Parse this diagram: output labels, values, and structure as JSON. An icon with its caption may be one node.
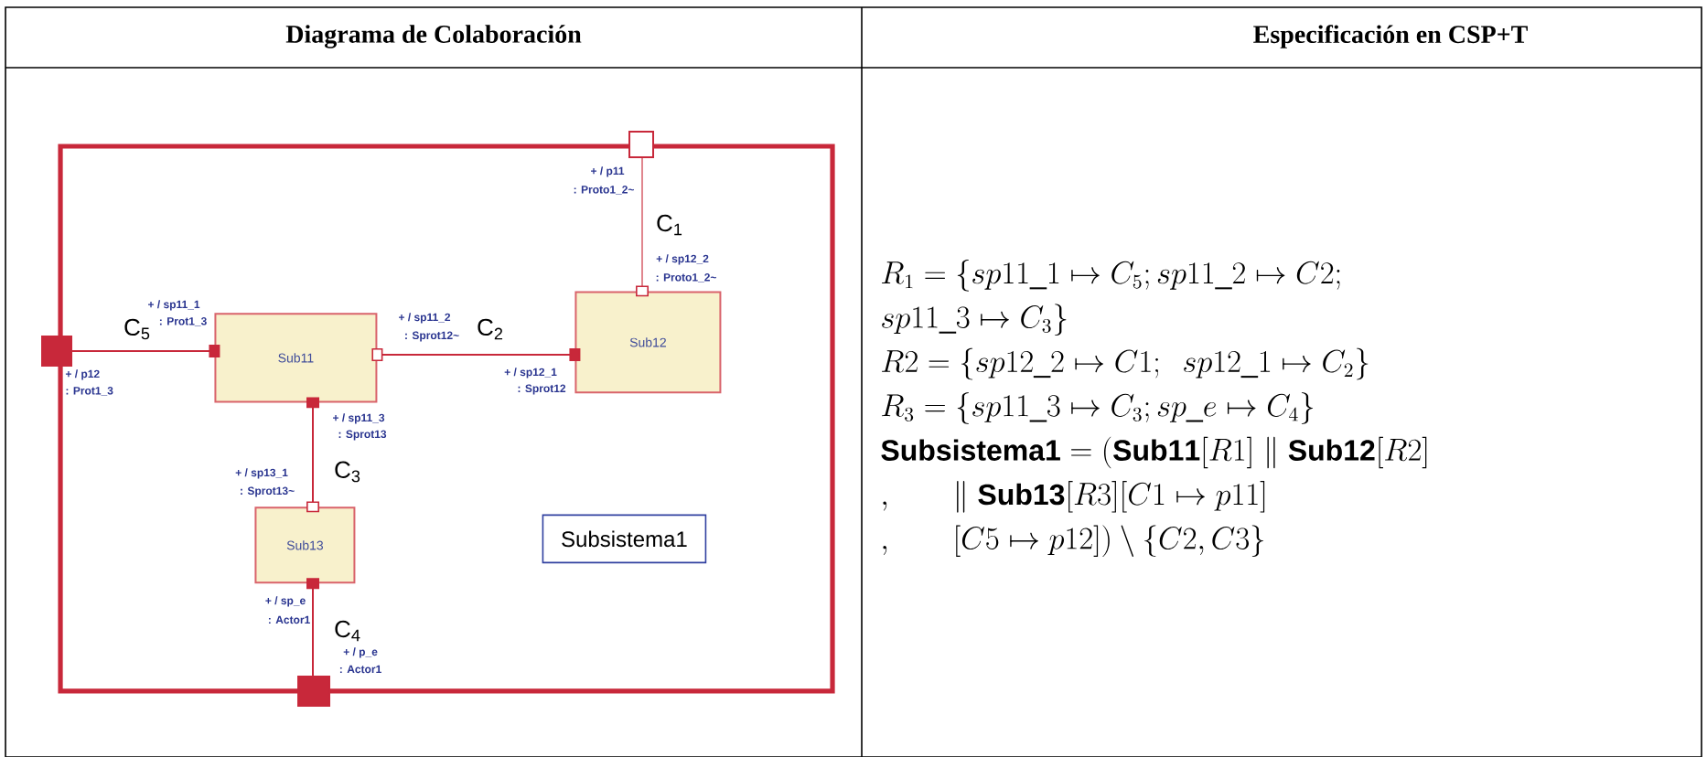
{
  "diagram": {
    "nodes": [
      {
        "text": [],
        "shape": "box"
      },
      {
        "text": [],
        "shape": "box",
        "beside": [
          "+ / p11",
          ": Proto1_2~"
        ]
      },
      {
        "text": [],
        "shape": "box",
        "beside": [
          "+ / p12",
          ": Prot1_3"
        ]
      },
      {
        "text": [
          "Sub11"
        ],
        "in": 0
      },
      {
        "text": [
          "Sub12"
        ],
        "in": 0
      },
      {
        "text": [
          "Sub13"
        ],
        "in": 0
      },
      {
        "text": [],
        "shape": "box",
        "beside": [
          "+ / p_e",
          ": Actor1"
        ]
      },
      {
        "text": [
          "Subsistema1"
        ],
        "in": 0
      }
    ],
    "edges": [
      {
        "from": 1,
        "to": 4,
        "arrow": "other",
        "label": "C$_{1}$",
        "color": "#e0868e"
      },
      {
        "from": 2,
        "to": 3,
        "arrow": "other",
        "label": "C$_{5}$"
      },
      {
        "from": 3,
        "to": 4,
        "arrow": "other",
        "label": "C$_{2}$"
      },
      {
        "from": 3,
        "to": 5,
        "arrow": "other",
        "label": "C$_{3}$"
      },
      {
        "from": 5,
        "to": 6,
        "arrow": "other",
        "label": "C$_{4}$"
      }
    ],
    "labels": [
      "Diagrama de Colaboración",
      "Especificación en CSP+T",
      "+ / sp12_2",
      ": Proto1_2~",
      "+ / sp11_1",
      ": Prot1_3",
      "+ / sp11_2",
      ": Sprot12~",
      "+ / sp12_1",
      ": Sprot12",
      "+ / sp11_3",
      ": Sprot13",
      "+ / sp13_1",
      ": Sprot13~",
      "+ / sp_e",
      ": Actor1",
      "R_1 = \\{sp11\\_1 \\mapsto C_5; sp11\\_2 \\mapsto C2;",
      "sp11\\_3 \\mapsto C_3\\}",
      "R2 = \\{sp12\\_2 \\mapsto C1;\\ \\ sp12\\_1 \\mapsto C_2\\}",
      "R_3 = \\{sp11\\_3 \\mapsto C_3; sp\\_e \\mapsto C_4\\}",
      "\\mathbf{Subsistema1} = (\\mathbf{Sub11}[R1] \\parallel \\mathbf{Sub12}[R2]",
      ",\\qquad \\parallel \\mathbf{Sub13}[R3][C1 \\mapsto p11]",
      ",\\qquad [C5 \\mapsto p12]) \\setminus \\{C2, C3\\}"
    ]
  }
}
